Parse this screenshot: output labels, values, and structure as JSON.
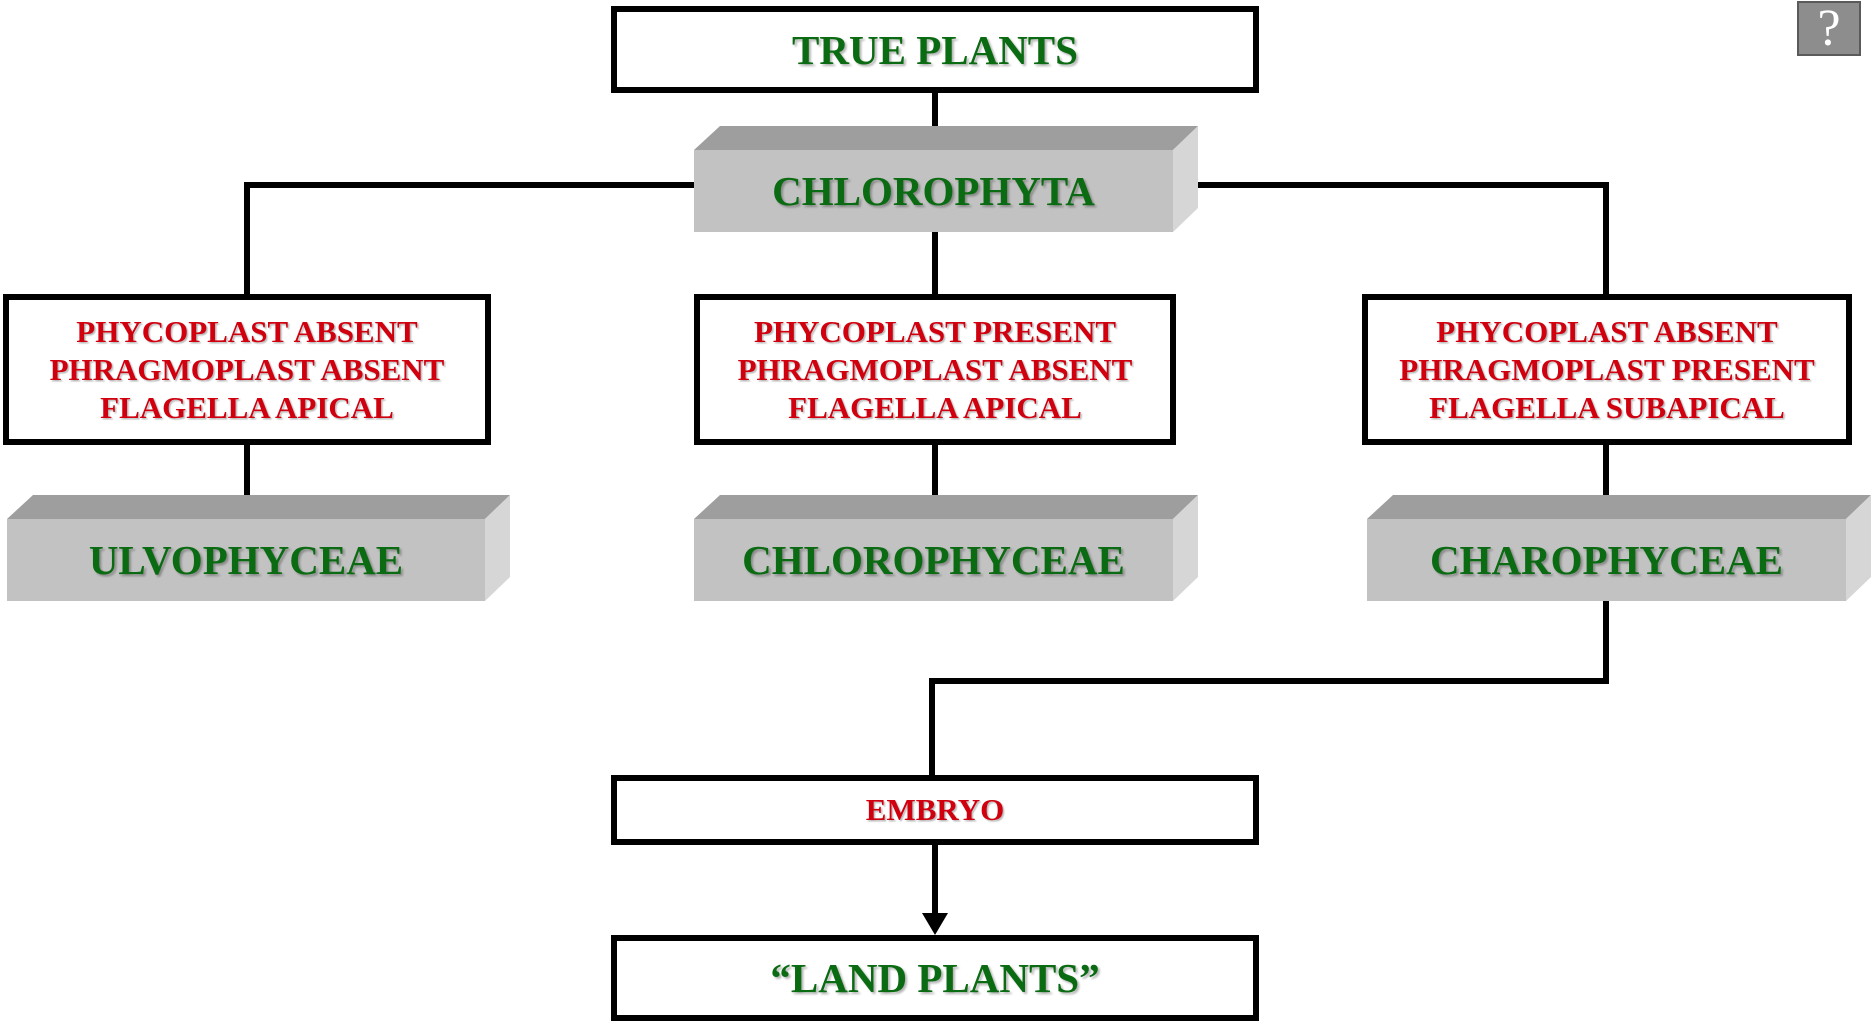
{
  "diagram": {
    "top_title": "TRUE PLANTS",
    "root_group": "CHLOROPHYTA",
    "branches": [
      {
        "traits": [
          "PHYCOPLAST ABSENT",
          "PHRAGMOPLAST ABSENT",
          "FLAGELLA APICAL"
        ],
        "group": "ULVOPHYCEAE"
      },
      {
        "traits": [
          "PHYCOPLAST PRESENT",
          "PHRAGMOPLAST ABSENT",
          "FLAGELLA APICAL"
        ],
        "group": "CHLOROPHYCEAE"
      },
      {
        "traits": [
          "PHYCOPLAST ABSENT",
          "PHRAGMOPLAST PRESENT",
          "FLAGELLA SUBAPICAL"
        ],
        "group": "CHAROPHYCEAE"
      }
    ],
    "embryo_label": "EMBRYO",
    "land_plants_label": "“LAND PLANTS”"
  },
  "help_button": {
    "icon": "question-mark-icon",
    "label": "?"
  },
  "colors": {
    "group_text": "#0b6b12",
    "trait_text": "#d0000f",
    "slab_front": "#c2c2c2",
    "slab_top": "#9e9e9e",
    "slab_side": "#d6d6d6",
    "line": "#000000"
  }
}
